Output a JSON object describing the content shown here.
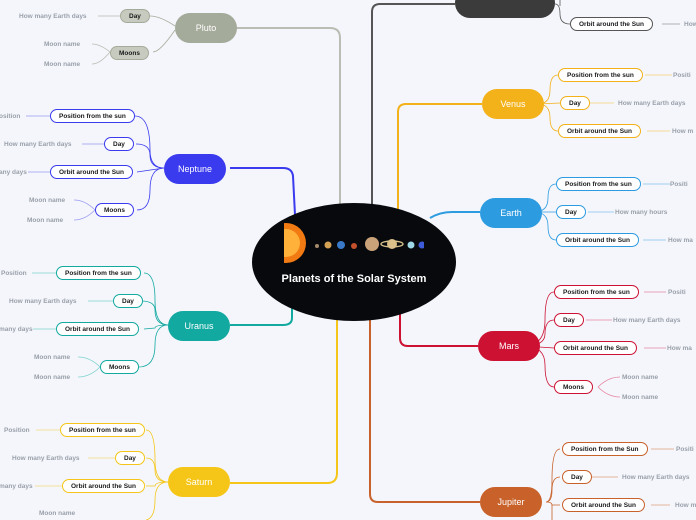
{
  "center": {
    "title": "Planets of the Solar System"
  },
  "planets": {
    "pluto": {
      "name": "Pluto",
      "color": "#a5ab9a"
    },
    "neptune": {
      "name": "Neptune",
      "color": "#3a3aef"
    },
    "uranus": {
      "name": "Uranus",
      "color": "#12a9a1"
    },
    "saturn": {
      "name": "Saturn",
      "color": "#f5c617"
    },
    "venus": {
      "name": "Venus",
      "color": "#f3b11a"
    },
    "earth": {
      "name": "Earth",
      "color": "#2d9be0"
    },
    "mars": {
      "name": "Mars",
      "color": "#cc1133"
    },
    "jupiter": {
      "name": "Jupiter",
      "color": "#c8612a"
    },
    "top_right": {
      "color": "#3b3b3b"
    }
  },
  "labels": {
    "position_from_sun": "Position from the sun",
    "position_from_sun_cap": "Position from the Sun",
    "day": "Day",
    "orbit": "Orbit around the Sun",
    "moons": "Moons",
    "position": "Position",
    "positi": "Positi",
    "position_cut": "osition",
    "how_many_earth_days": "How many Earth days",
    "how_many_hours": "How many hours",
    "any_days": "any days",
    "many_days": "many days",
    "moon_name": "Moon name",
    "how_m": "How  m",
    "how": "How",
    "how_ma": "How  ma"
  }
}
